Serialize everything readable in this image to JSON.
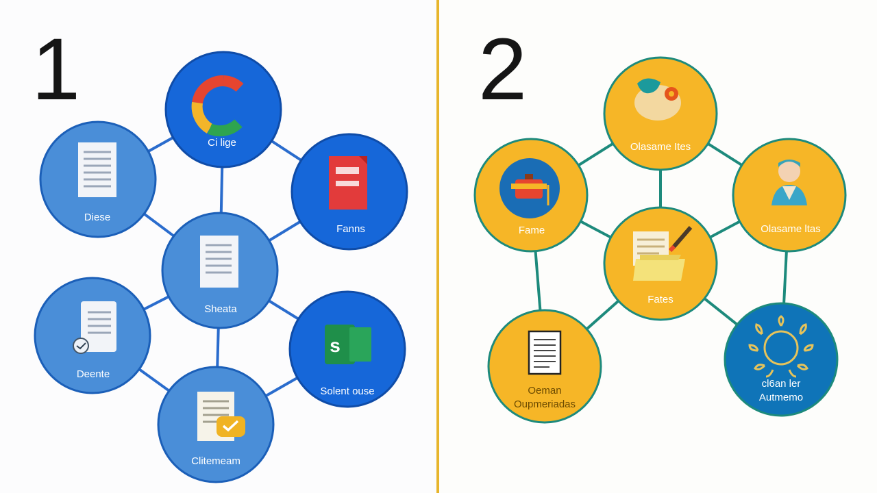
{
  "panels": [
    {
      "number": "1",
      "nodes": [
        {
          "label": "Ci lige",
          "icon": "google-logo-icon"
        },
        {
          "label": "Diese",
          "icon": "document-icon"
        },
        {
          "label": "Fanns",
          "icon": "red-form-icon"
        },
        {
          "label": "Sheata",
          "icon": "document-icon"
        },
        {
          "label": "Deente",
          "icon": "document-share-icon"
        },
        {
          "label": "Solent ouse",
          "icon": "sheets-icon"
        },
        {
          "label": "Clitemeam",
          "icon": "document-check-icon"
        }
      ]
    },
    {
      "number": "2",
      "nodes": [
        {
          "label": "Olasame Ites",
          "icon": "map-pin-icon"
        },
        {
          "label": "Fame",
          "icon": "suitcase-icon"
        },
        {
          "label": "Olasame ltas",
          "icon": "person-icon"
        },
        {
          "label": "Fates",
          "icon": "folder-edit-icon"
        },
        {
          "label_lines": [
            "Oeman",
            "Oupmeriadas"
          ],
          "icon": "document-icon"
        },
        {
          "label_lines": [
            "cl6an ler",
            "Autmemo"
          ],
          "icon": "sun-ornament-icon"
        }
      ]
    }
  ],
  "colors": {
    "blue_node": "#4a8ed8",
    "blue_dark": "#1667d9",
    "blue_stroke": "#1b5fb8",
    "yellow_node": "#f6b627",
    "yellow_stroke": "#1d8a7c",
    "teal_node": "#0f74b8",
    "divider": "#e7b52c"
  }
}
